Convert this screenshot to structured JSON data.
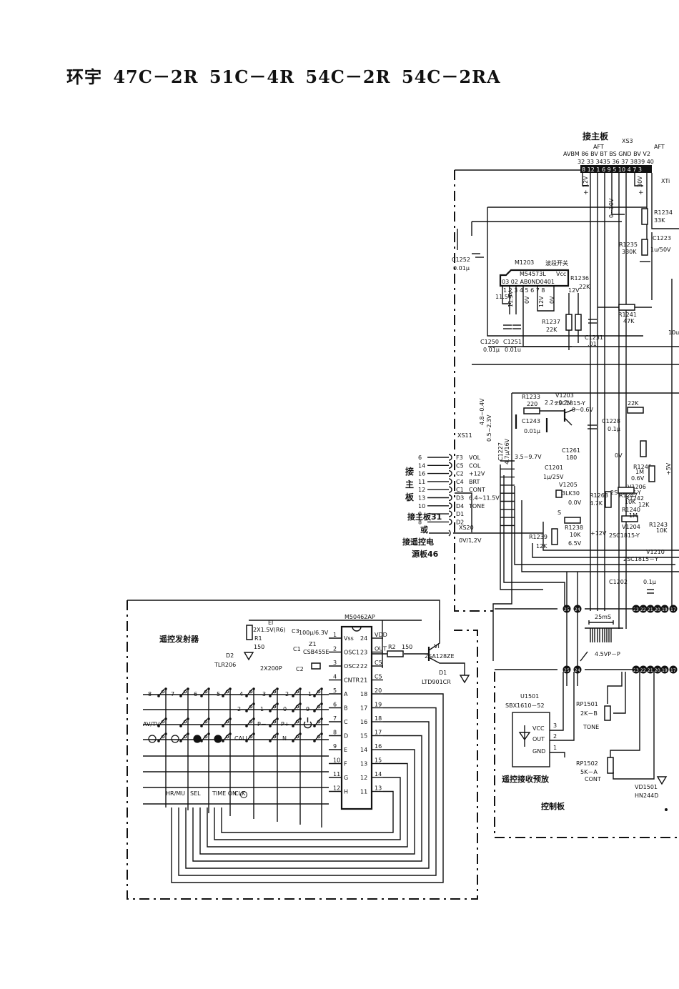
{
  "title": {
    "brand": "环宇",
    "models": [
      "47C－2R",
      "51C－4R",
      "54C－2R",
      "54C－2RA"
    ]
  },
  "main_board_connector": {
    "heading": "接主板",
    "ref": "XS3",
    "aft_labels": [
      "AFT",
      "AFT"
    ],
    "signals": "AVBM 86 BV BT BS GND BV V2",
    "pin_numbers": "32  33  3435  36 37  3839 40",
    "pins": "8 12 1 6 9 5 10 4 7 3",
    "voltages": [
      "12V",
      "0~30V",
      "30V"
    ],
    "xti": "XTi"
  },
  "components_upper": {
    "r1234": {
      "ref": "R1234",
      "value": "33K"
    },
    "r1235": {
      "ref": "R1235",
      "value": "330K"
    },
    "c1223": {
      "ref": "C1223",
      "value": "1u/50V"
    },
    "c1252": {
      "ref": "C1252",
      "value": "0.01μ"
    },
    "m1203": {
      "ref": "M1203",
      "desc": "波段开关",
      "part": "M54573L",
      "vcc": "Vcc",
      "pins_top": "03 02 AB0ND0401",
      "pin_nums": "1 2 3 4 5 6 7 8",
      "v1": "11.5V",
      "v2": "11.5V",
      "v3": "0V",
      "v4": "12V",
      "v5": "0V",
      "v6": "12V"
    },
    "r1236": {
      "ref": "R1236",
      "value": "22K"
    },
    "r1237": {
      "ref": "R1237",
      "value": "22K"
    },
    "r1241": {
      "ref": "R1241",
      "value": "47K"
    },
    "c1250": {
      "ref": "C1250",
      "value": "0.01μ"
    },
    "c1251": {
      "ref": "C1251",
      "value": "0.01u"
    },
    "c1231": {
      "ref": "C1231",
      "value": ".01"
    },
    "c_right": {
      "value": "10u"
    }
  },
  "components_middle": {
    "v_range_vert": "4.8~0.4V",
    "v_range_vert2": "0.5~2.3V",
    "v_top": "2.2~0.2V",
    "r_22k": "22K",
    "r1233": {
      "ref": "R1233",
      "value": "220"
    },
    "v1203": {
      "ref": "V1203",
      "part": "2SC1815-Y",
      "volt": "0~0.6V"
    },
    "c1243": {
      "ref": "C1243",
      "value": "0.01μ"
    },
    "c1227": {
      "ref": "C1227",
      "value": "4.7μ/16V"
    },
    "v_range_c": "3.5~9.7V",
    "c1261": {
      "ref": "C1261",
      "value": "180"
    },
    "c1228": {
      "ref": "C1228",
      "value": "0.1μ"
    },
    "r1245": {
      "ref": "R1245",
      "value": "1M"
    },
    "v1206": {
      "ref": "V1206",
      "part": "2SC1815-Y",
      "v1": "0V",
      "v2": "0.6V"
    },
    "r1242": {
      "ref": "R1242",
      "value": "12K"
    },
    "plus5v": "+5V",
    "c1201": {
      "ref": "C1201",
      "value": "1μ/25V"
    },
    "v1205": {
      "ref": "V1205",
      "part": "3LK30",
      "volt": "0.0V",
      "s": "S"
    },
    "r1263": {
      "ref": "R1263",
      "value": "4.7K"
    },
    "r1247": {
      "ref": "R1247",
      "value": "10K"
    },
    "r1240": {
      "ref": "R1240",
      "value": "1M"
    },
    "r1243": {
      "ref": "R1243",
      "value": "10K"
    },
    "v1204": {
      "ref": "V1204",
      "part": "2SC1815-Y"
    },
    "r1238": {
      "ref": "R1238",
      "value": "10K",
      "volt": "6.5V"
    },
    "r1239": {
      "ref": "R1239",
      "value": "12K"
    },
    "plus12v": "+12V",
    "v1210": {
      "ref": "V1210",
      "part": "2SC1815－Y"
    },
    "c1202": {
      "ref": "C1202",
      "value": "0.1μ"
    }
  },
  "xs11": {
    "ref": "XS11",
    "side_label": [
      "接",
      "主",
      "板"
    ],
    "pins": [
      {
        "num": "6",
        "code": "F3",
        "signal": "VOL"
      },
      {
        "num": "14",
        "code": "C5",
        "signal": "COL"
      },
      {
        "num": "16",
        "code": "C2",
        "signal": "+12V"
      },
      {
        "num": "11",
        "code": "C4",
        "signal": "BRT"
      },
      {
        "num": "12",
        "code": "C1",
        "signal": "CONT"
      },
      {
        "num": "13",
        "code": "D3",
        "signal": "6.4~11.5V"
      },
      {
        "num": "10",
        "code": "D4",
        "signal": "TONE"
      },
      {
        "num": "9",
        "code": "D1",
        "signal": ""
      },
      {
        "num": "8",
        "code": "D2",
        "signal": ""
      }
    ]
  },
  "xs20": {
    "ref": "XS20",
    "label_lines": [
      "接主板31",
      "或",
      "接遥控电",
      "源板46"
    ],
    "voltage": "0V/1,2V"
  },
  "connector_circles": {
    "upper": [
      "25",
      "24",
      "23",
      "22",
      "21",
      "20",
      "19",
      "17"
    ],
    "lower": [
      "25",
      "24",
      "23",
      "22",
      "21",
      "20",
      "19",
      "17"
    ]
  },
  "waveform": {
    "period": "25mS",
    "amplitude": "4.5VP－P"
  },
  "control_board": {
    "title": "控制板",
    "u1501": {
      "ref": "U1501",
      "part": "SBX1610－52",
      "pins": [
        {
          "num": "3",
          "name": "VCC"
        },
        {
          "num": "2",
          "name": "OUT"
        },
        {
          "num": "1",
          "name": "GND"
        }
      ],
      "desc": "遥控接收预放"
    },
    "rp1501": {
      "ref": "RP1501",
      "value": "2K－B",
      "func": "TONE"
    },
    "rp1502": {
      "ref": "RP1502",
      "value": "5K－A",
      "func": "CONT"
    },
    "vd1501": {
      "ref": "VD1501",
      "part": "HN244D"
    }
  },
  "remote_transmitter": {
    "title": "遥控发射器",
    "e1": {
      "ref": "El",
      "value": "2X1.5V(R6)"
    },
    "r1": {
      "ref": "R1",
      "value": "150"
    },
    "c3": {
      "ref": "C3",
      "value": "100μ/6.3V"
    },
    "z1": {
      "ref": "Z1",
      "part": "CSB455E"
    },
    "c1": "C1",
    "c2": "C2",
    "c_value": "2X200P",
    "d2": {
      "ref": "D2",
      "part": "TLR206"
    },
    "ic": {
      "part": "M50462AP",
      "left_pins": [
        {
          "num": "1",
          "name": "Vss"
        },
        {
          "num": "2",
          "name": "OSC1"
        },
        {
          "num": "3",
          "name": "OSC2"
        },
        {
          "num": "4",
          "name": "CNTR"
        },
        {
          "num": "5",
          "name": "A"
        },
        {
          "num": "6",
          "name": "B"
        },
        {
          "num": "7",
          "name": "C"
        },
        {
          "num": "8",
          "name": "D"
        },
        {
          "num": "9",
          "name": "E"
        },
        {
          "num": "10",
          "name": "F"
        },
        {
          "num": "11",
          "name": "G"
        },
        {
          "num": "12",
          "name": "H"
        }
      ],
      "right_pins": [
        {
          "num": "24",
          "name": "VDD"
        },
        {
          "num": "23",
          "name": "OUT"
        },
        {
          "num": "22",
          "name": "C5"
        },
        {
          "num": "21",
          "name": "C5"
        },
        {
          "num": "18",
          "name": "20"
        },
        {
          "num": "17",
          "name": "19"
        },
        {
          "num": "16",
          "name": "18"
        },
        {
          "num": "15",
          "name": "17"
        },
        {
          "num": "14",
          "name": "16"
        },
        {
          "num": "13",
          "name": "15"
        },
        {
          "num": "12",
          "name": "14"
        },
        {
          "num": "11",
          "name": "13"
        }
      ]
    },
    "r2": {
      "ref": "R2",
      "value": "150"
    },
    "v1": {
      "ref": "VI",
      "part": "2SA128ZE"
    },
    "d1": {
      "ref": "D1",
      "part": "LTD901CR"
    },
    "keys_row_a": [
      "8",
      "7",
      "6",
      "5",
      "4",
      "3",
      "2",
      "1"
    ],
    "keys_row_b": [
      "2",
      "1",
      "0",
      "9"
    ],
    "keys_row_c": [
      "AV/TV",
      "P－",
      "P+"
    ],
    "keys_row_d": [
      "CALL",
      "N"
    ],
    "keys_row_h": [
      "HR/MU",
      "SEL",
      "TIME ON",
      "CLK"
    ]
  }
}
